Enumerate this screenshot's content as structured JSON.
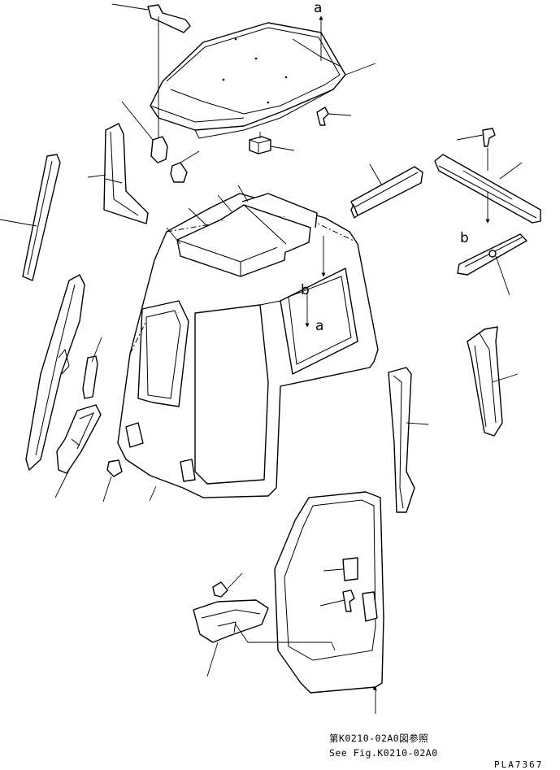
{
  "reference_letters": {
    "a_top": "a",
    "a_mid": "a",
    "b_right": "b",
    "b_mid": "b"
  },
  "reference_note": {
    "japanese": "第K0210-02A0図参照",
    "english": "See Fig.K0210-02A0"
  },
  "drawing_code": "PLA7367"
}
